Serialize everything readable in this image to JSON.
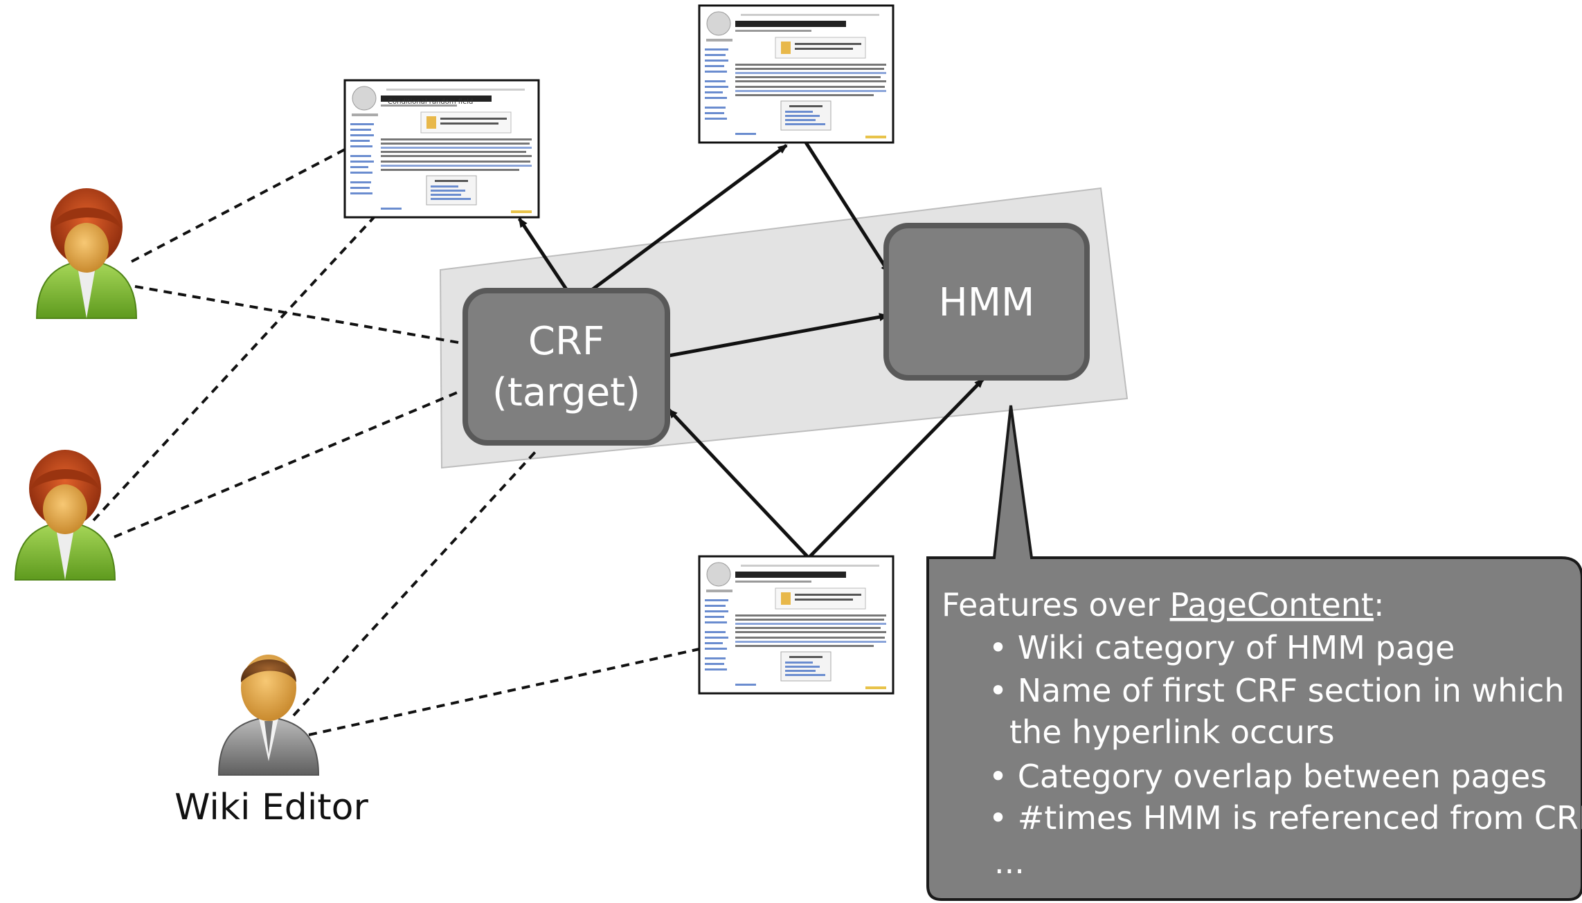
{
  "nodes": {
    "crf_line1": "CRF",
    "crf_line2": "(target)",
    "hmm": "HMM"
  },
  "people": {
    "editor_label": "Wiki Editor"
  },
  "wiki_page": {
    "title": "Conditional random field",
    "subtitle": "From Wikipedia, the free encyclopedia"
  },
  "callout": {
    "prefix": "Features over ",
    "underlined": "PageContent",
    "suffix": ":",
    "items": [
      "Wiki category of HMM page",
      "Name of first CRF section in which",
      "the hyperlink occurs",
      "Category overlap between pages",
      "#times HMM is referenced from CRF"
    ],
    "ellipsis": "..."
  },
  "colors": {
    "node_fill": "#7f7f7f",
    "node_stroke": "#595959",
    "panel_fill": "#e3e3e3",
    "callout_fill": "#7f7f7f",
    "callout_stroke": "#1a1a1a",
    "edge": "#111111"
  }
}
